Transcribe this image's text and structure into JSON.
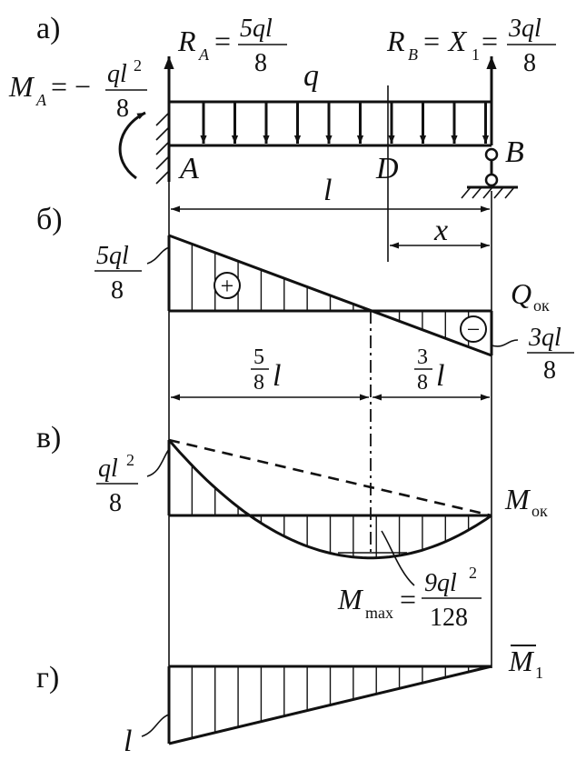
{
  "panels": {
    "a": "а)",
    "b": "б)",
    "v": "в)",
    "g": "г)"
  },
  "beam": {
    "support_a": "A",
    "support_b": "B",
    "point_d": "D",
    "load": "q",
    "span": "l",
    "dist": "x",
    "reaction_a": {
      "lhs": "R",
      "sub": "A",
      "eq": "=",
      "num": "5ql",
      "den": "8"
    },
    "reaction_b": {
      "lhs": "R",
      "sub": "B",
      "mid": "= X",
      "mid_sub": "1",
      "eq": "=",
      "num": "3ql",
      "den": "8"
    },
    "moment_a": {
      "lhs": "M",
      "sub": "A",
      "eq": "= −",
      "num": "ql",
      "sup": "2",
      "den": "8"
    }
  },
  "shear": {
    "label": "Q",
    "label_sub": "ок",
    "left": {
      "num": "5ql",
      "den": "8"
    },
    "right": {
      "num": "3ql",
      "den": "8"
    },
    "plus": "+",
    "minus": "−",
    "seg_left": {
      "num": "5",
      "den": "8",
      "var": "l"
    },
    "seg_right": {
      "num": "3",
      "den": "8",
      "var": "l"
    }
  },
  "moment": {
    "label": "M",
    "label_sub": "ок",
    "left": {
      "num": "ql",
      "sup": "2",
      "den": "8"
    },
    "max": {
      "lhs": "M",
      "sub": "max",
      "eq": "=",
      "num": "9ql",
      "sup": "2",
      "den": "128"
    }
  },
  "unit": {
    "label": "M",
    "label_sub": "1",
    "left": "l"
  }
}
